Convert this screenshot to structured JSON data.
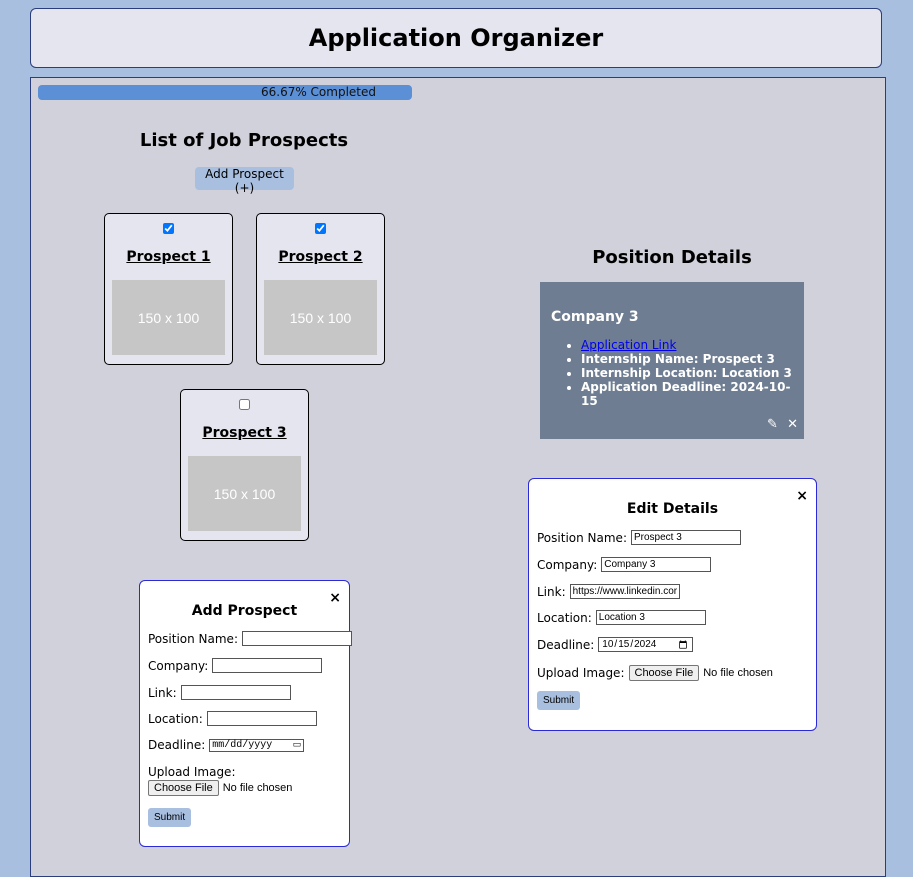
{
  "header": {
    "title": "Application Organizer"
  },
  "progress": {
    "percent": 66.67,
    "label": "66.67% Completed"
  },
  "list": {
    "title": "List of Job Prospects",
    "add_button": "Add Prospect (+)",
    "prospects": [
      {
        "name": "Prospect 1",
        "checked": true,
        "thumb": "150 x 100"
      },
      {
        "name": "Prospect 2",
        "checked": true,
        "thumb": "150 x 100"
      },
      {
        "name": "Prospect 3",
        "checked": false,
        "thumb": "150 x 100"
      }
    ]
  },
  "details": {
    "title": "Position Details",
    "company": "Company 3",
    "link_text": "Application Link",
    "items": [
      "Internship Name: Prospect 3",
      "Internship Location: Location 3",
      "Application Deadline: 2024-10-15"
    ],
    "edit_icon": "✎",
    "delete_icon": "✕"
  },
  "add_form": {
    "title": "Add Prospect",
    "close": "×",
    "position_label": "Position Name:",
    "company_label": "Company:",
    "link_label": "Link:",
    "location_label": "Location:",
    "deadline_label": "Deadline:",
    "deadline_placeholder": "mm/dd/yyyy",
    "image_label": "Upload Image:",
    "choose_file": "Choose File",
    "no_file": "No file chosen",
    "submit": "Submit"
  },
  "edit_form": {
    "title": "Edit Details",
    "close": "×",
    "position_label": "Position Name:",
    "position_value": "Prospect 3",
    "company_label": "Company:",
    "company_value": "Company 3",
    "link_label": "Link:",
    "link_value": "https://www.linkedin.cor",
    "location_label": "Location:",
    "location_value": "Location 3",
    "deadline_label": "Deadline:",
    "deadline_value": "2024-10-15",
    "image_label": "Upload Image:",
    "choose_file": "Choose File",
    "no_file": "No file chosen",
    "submit": "Submit"
  },
  "colors": {
    "page_bg": "#a9bfe0",
    "panel_bg": "#d1d1db",
    "progress_fill": "#5b8fd6",
    "details_bg": "#6e7d91",
    "modal_border": "#2a2ad6"
  }
}
